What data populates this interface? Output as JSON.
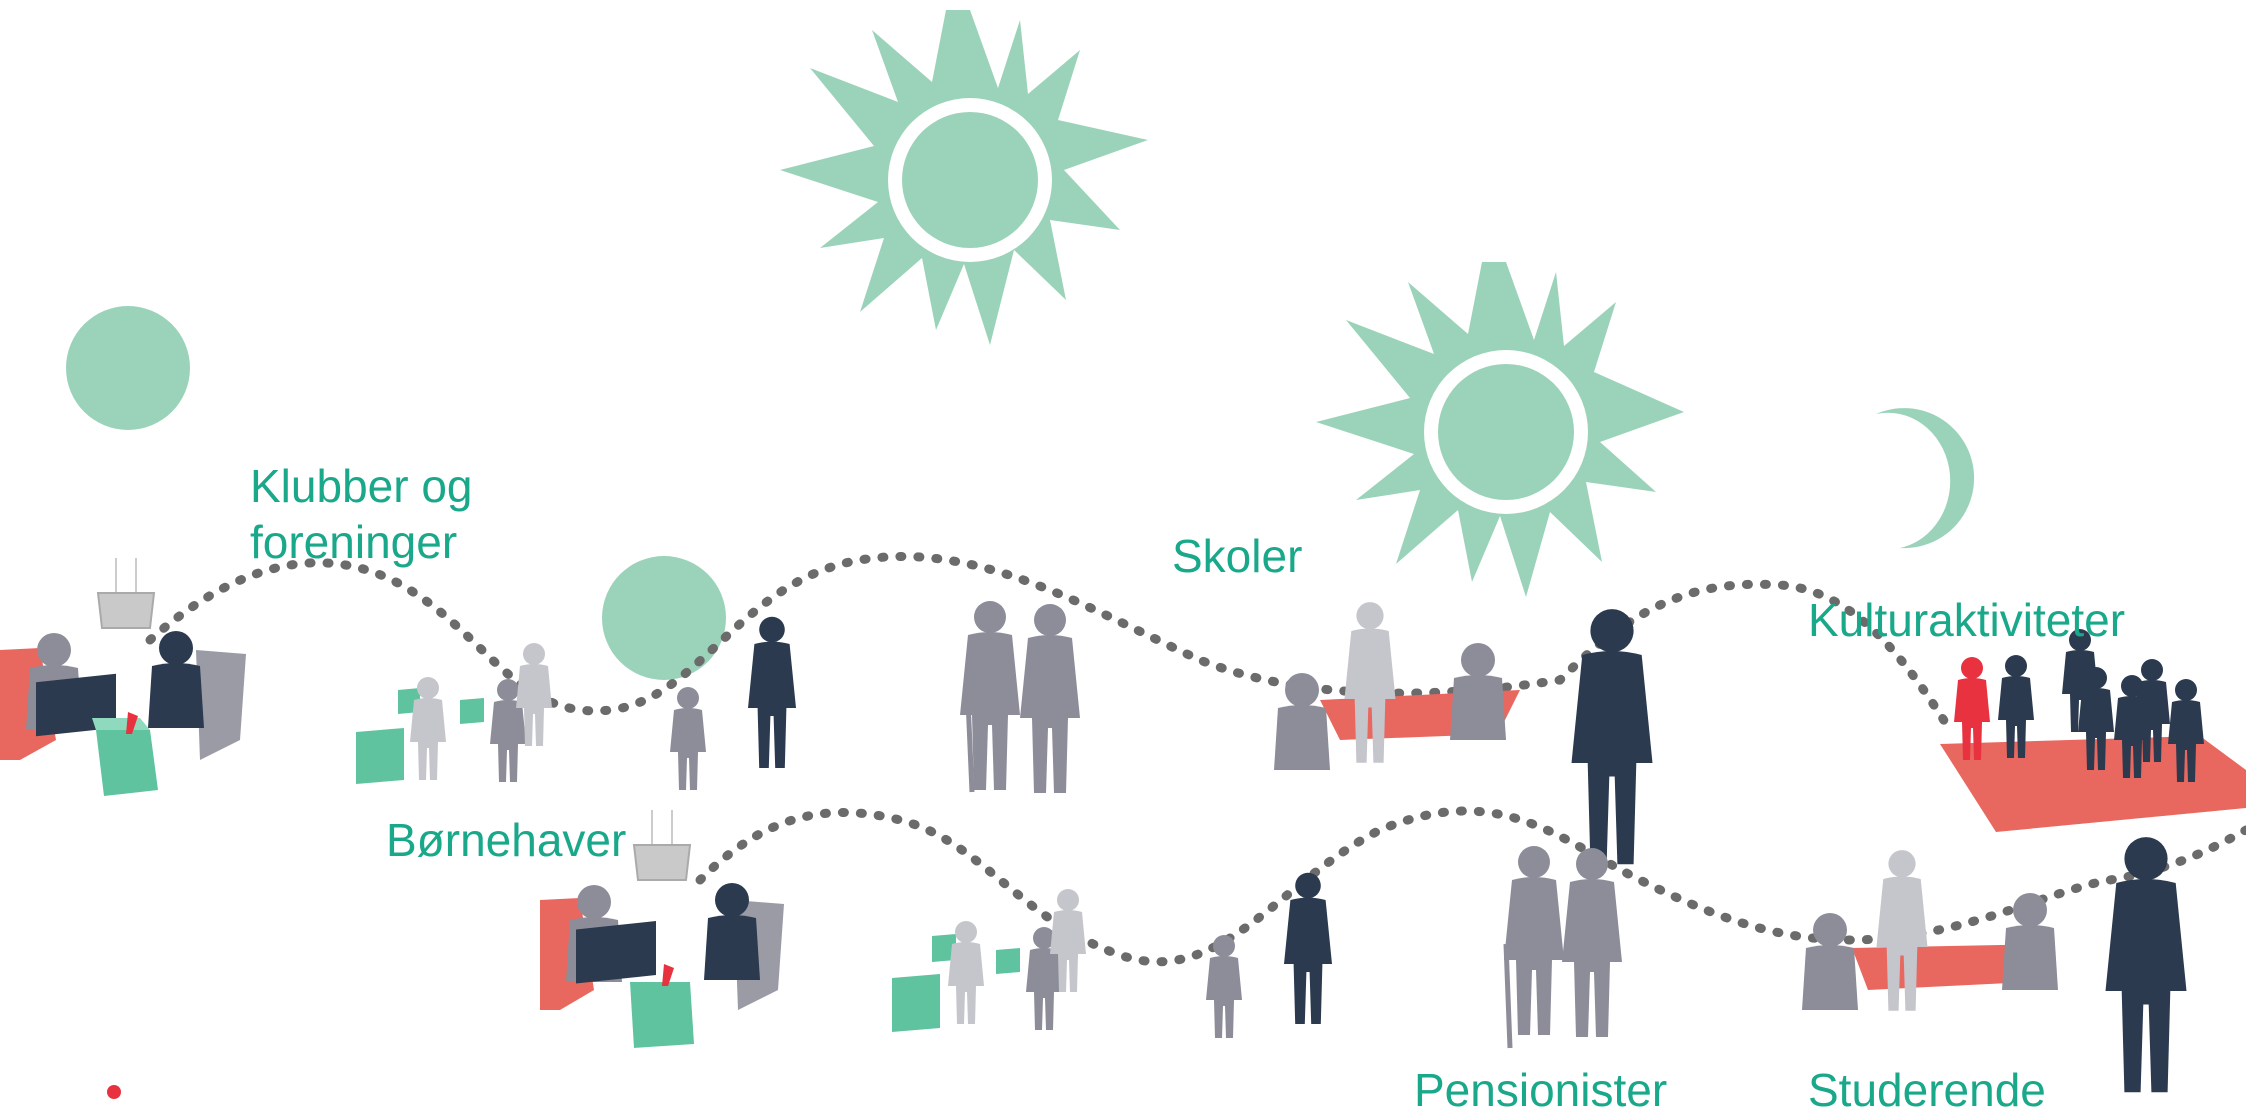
{
  "labels": {
    "klubber_line1": "Klubber og",
    "klubber_line2": "foreninger",
    "bornehaver": "Børnehaver",
    "skoler": "Skoler",
    "kulturaktiviteter": "Kulturaktiviteter",
    "pensionister": "Pensionister",
    "studerende": "Studerende"
  },
  "icons": {
    "sun": "sun-icon",
    "moon": "crescent-moon-icon",
    "full_moon": "circle-moon-icon",
    "lamp": "pendant-lamp-icon",
    "person": "person-silhouette-icon"
  },
  "colors": {
    "label_text": "#1aa88a",
    "sun_moon": "#9bd3ba",
    "path_dots": "#666666",
    "person_dark": "#2b3a4f",
    "person_mid": "#8c8d99",
    "person_light": "#c5c5cc",
    "accent_red": "#e8685f",
    "cube_green": "#5fc3a0",
    "highlight_red": "#e8323f"
  }
}
